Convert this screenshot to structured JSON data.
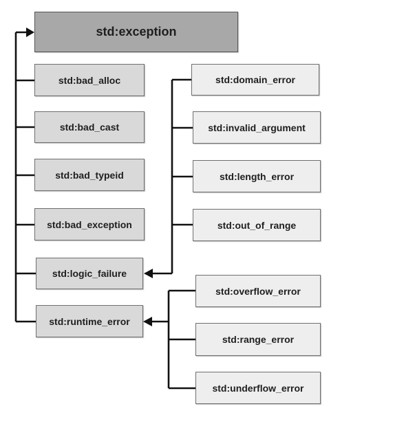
{
  "diagram": {
    "root": "std:exception",
    "left_children": [
      "std:bad_alloc",
      "std:bad_cast",
      "std:bad_typeid",
      "std:bad_exception",
      "std:logic_failure",
      "std:runtime_error"
    ],
    "logic_children": [
      "std:domain_error",
      "std:invalid_argument",
      "std:length_error",
      "std:out_of_range"
    ],
    "runtime_children": [
      "std:overflow_error",
      "std:range_error",
      "std:underflow_error"
    ],
    "colors": {
      "root_fill": "#a8a8a8",
      "left_fill": "#d9d9d9",
      "right_fill": "#eeeeee",
      "line": "#111111"
    }
  }
}
